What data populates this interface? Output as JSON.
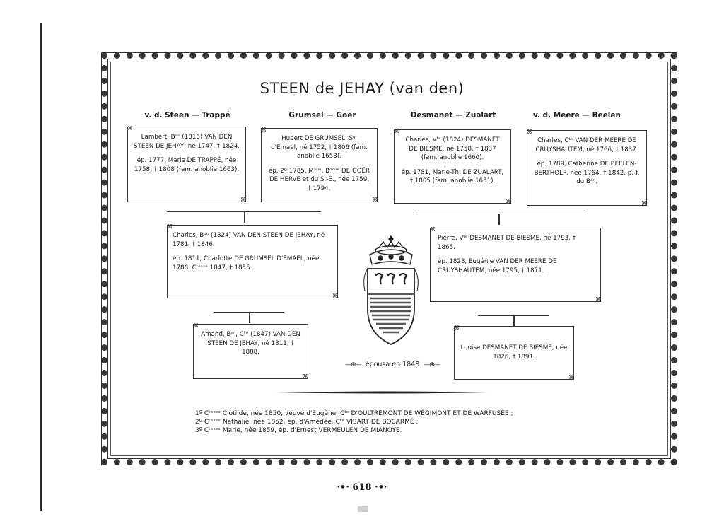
{
  "title": "STEEN de JEHAY (van den)",
  "column_headings": [
    "v. d. Steen — Trappé",
    "Grumsel — Goër",
    "Desmanet — Zualart",
    "v. d. Meere — Beelen"
  ],
  "top_boxes": [
    {
      "line1": "Lambert, Bᵒⁿ (1816) VAN DEN STEEN DE JEHAY, né 1747, † 1824.",
      "line2": "ép. 1777, Marie DE TRAPPÉ, née 1758, † 1808 (fam. anoblie 1663)."
    },
    {
      "line1": "Hubert DE GRUMSEL, Sᵍʳ d'Emael, né 1752, † 1806 (fam. anoblie 1653).",
      "line2": "ép. 2º 1785, Mᵃʳⁱᵉ, Bᵒⁿⁿᵉ DE GOËR DE HERVE et du S.-E., née 1759, † 1794."
    },
    {
      "line1": "Charles, Vᵗᵉ (1824) DESMANET DE BIESME, né 1758, † 1837 (fam. anoblie 1660).",
      "line2": "ép. 1781, Marie-Th. DE ZUALART, † 1805 (fam. anoblie 1651)."
    },
    {
      "line1": "Charles, Cᵗᵉ VAN DER MEERE DE CRUYSHAUTEM, né 1766, † 1837.",
      "line2": "ép. 1789, Catherine DE BEELEN-BERTHOLF, née 1764, † 1842, p.-f. du Bᵒⁿ."
    }
  ],
  "middle_boxes": [
    {
      "line1": "Charles, Bᵒⁿ (1824) VAN DEN STEEN DE JEHAY, né 1781, † 1846.",
      "line2": "ép. 1811, Charlotte DE GRUMSEL D'EMAEL, née 1788, Cᵗᵉˢˢᵉ 1847, † 1855."
    },
    {
      "line1": "Pierre, Vᵗᵉ DESMANET DE BIESME, né 1793, † 1865.",
      "line2": "ép. 1823, Eugénie VAN DER MEERE DE CRUYSHAUTEM, née 1795, † 1871."
    }
  ],
  "bottom_boxes": [
    {
      "line1": "Amand, Bᵒⁿ, Cᵗᵉ (1847) VAN DEN STEEN DE JEHAY, né 1811, † 1888."
    },
    {
      "line1": "Louise DESMANET DE BIESME, née 1826, † 1891."
    }
  ],
  "marriage_note": "épousa en 1848",
  "children": [
    "1º Cᵗᵉˢˢᵉ Clotilde, née 1850, veuve d'Eugène, Cᵗᵉ D'OULTREMONT DE WÉGIMONT ET DE WARFUSÉE ;",
    "2º Cᵗᵉˢˢᵉ Nathalie, née 1852, ép. d'Amédée, Cᵗᵉ VISART DE BOCARMÉ ;",
    "3º Cᵗᵉˢˢᵉ Marie, née 1859, ép. d'Ernest VERMEULEN DE MIANOYE."
  ],
  "page_number": "618",
  "crest_icon": "coat-of-arms-icon",
  "colors": {
    "ink": "#1a1a1a",
    "paper": "#ffffff"
  }
}
